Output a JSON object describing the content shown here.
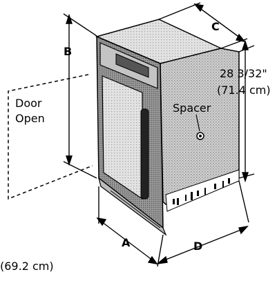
{
  "labels": {
    "A": "A",
    "B": "B",
    "C": "C",
    "D": "D",
    "door_line1": "Door",
    "door_line2": "Open",
    "spacer": "Spacer",
    "height_in": "28 3/32\"",
    "height_cm": "(71.4 cm)",
    "bottom_cm": "(69.2 cm)"
  },
  "colors": {
    "line": "#000000",
    "shade_dark": "#7a7a7a",
    "shade_mid": "#a8a8a8",
    "shade_light": "#d4d4d4"
  }
}
